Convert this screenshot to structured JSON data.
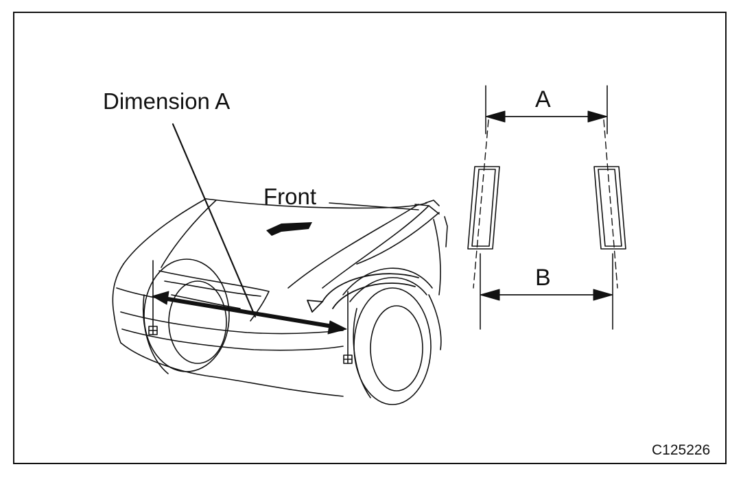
{
  "labels": {
    "dimension_a": "Dimension A",
    "front": "Front",
    "a": "A",
    "b": "B",
    "figure_code": "C125226"
  },
  "colors": {
    "ink": "#111111",
    "background": "#ffffff"
  }
}
